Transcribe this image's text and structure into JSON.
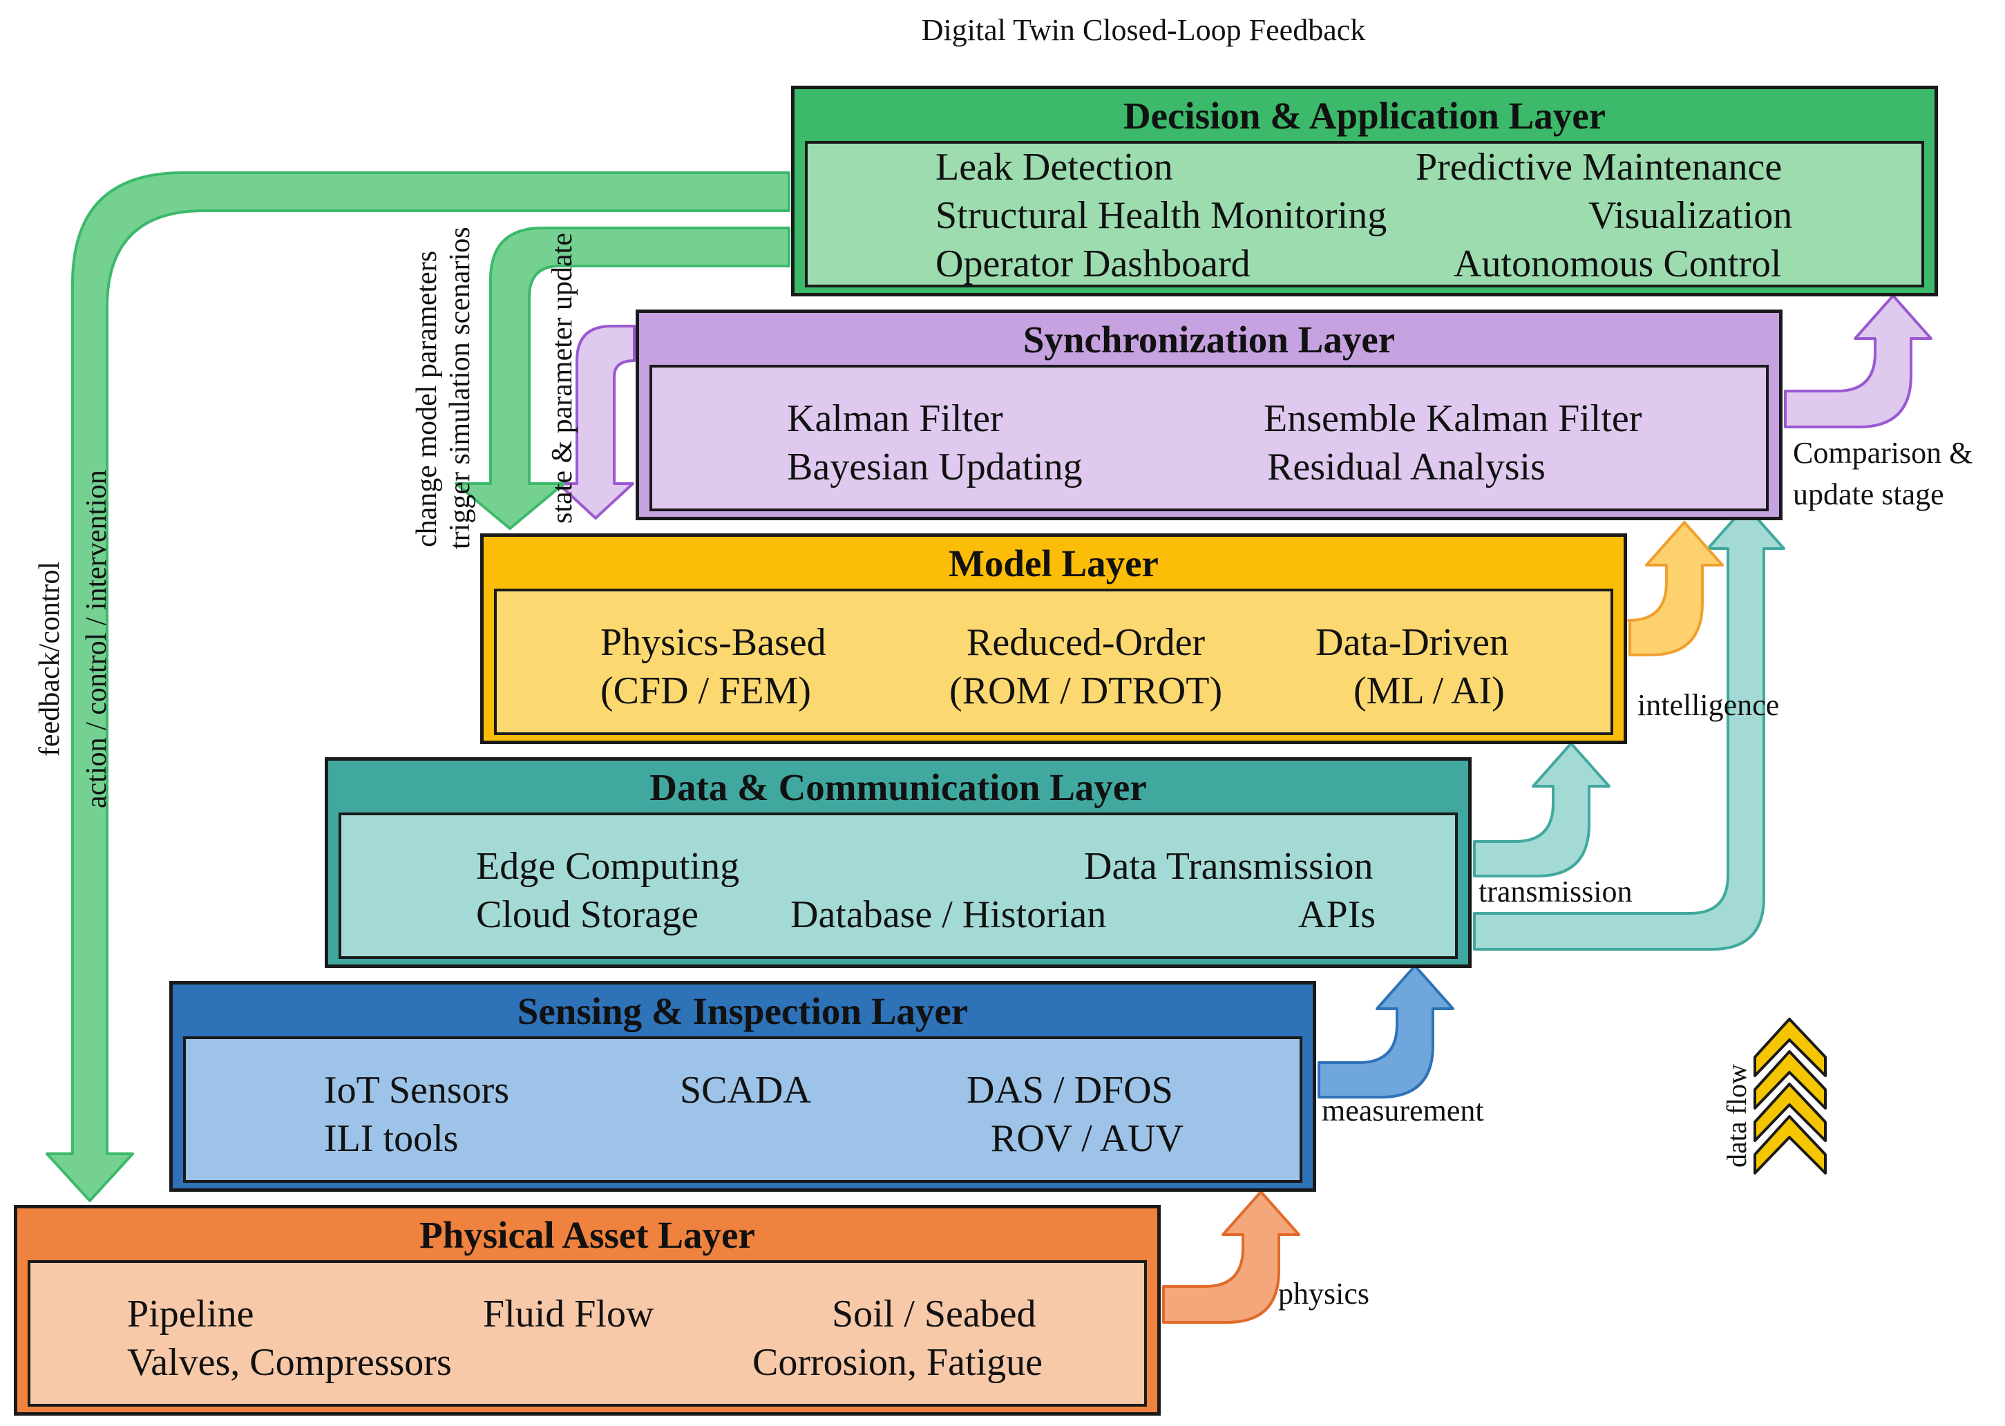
{
  "title": "Digital Twin Closed-Loop Feedback",
  "layers": {
    "decision": {
      "title": "Decision & Application Layer",
      "items": [
        "Leak Detection",
        "Predictive Maintenance",
        "Structural Health Monitoring",
        "Visualization",
        "Operator Dashboard",
        "Autonomous Control"
      ],
      "colors": {
        "header": "#3cb96a",
        "body": "#9cdcaf"
      }
    },
    "synchronization": {
      "title": "Synchronization Layer",
      "items": [
        "Kalman Filter",
        "Ensemble Kalman Filter",
        "Bayesian Updating",
        "Residual Analysis"
      ],
      "colors": {
        "header": "#c6a2e0",
        "body": "#dfc9ef"
      }
    },
    "model": {
      "title": "Model Layer",
      "items": [
        "Physics-Based",
        "(CFD / FEM)",
        "Reduced-Order",
        "(ROM / DTROT)",
        "Data-Driven",
        "(ML / AI)"
      ],
      "colors": {
        "header": "#fbbd08",
        "body": "#fcd870"
      }
    },
    "data": {
      "title": "Data & Communication Layer",
      "items": [
        "Edge Computing",
        "Data Transmission",
        "Cloud Storage",
        "Database / Historian",
        "APIs"
      ],
      "colors": {
        "header": "#41a8a0",
        "body": "#a4dad6"
      }
    },
    "sensing": {
      "title": "Sensing & Inspection Layer",
      "items": [
        "IoT Sensors",
        "SCADA",
        "DAS / DFOS",
        "ILI tools",
        "ROV / AUV"
      ],
      "colors": {
        "header": "#2e72b8",
        "body": "#9dc3e8"
      }
    },
    "physical": {
      "title": "Physical Asset Layer",
      "items": [
        "Pipeline",
        "Fluid Flow",
        "Soil / Seabed",
        "Valves, Compressors",
        "Corrosion, Fatigue"
      ],
      "colors": {
        "header": "#ef823e",
        "body": "#f7c9a9"
      }
    }
  },
  "flow_labels": {
    "physics": "physics",
    "measurement": "measurement",
    "transmission": "transmission",
    "intelligence": "intelligence",
    "comparison": "Comparison &",
    "comparison2": "update stage",
    "state_update": "state & parameter update",
    "change_params": "change model parameters",
    "trigger": "trigger simulation scenarios",
    "feedback": "feedback/control",
    "action": "action / control / intervention",
    "data_flow": "data flow"
  },
  "arrow_colors": {
    "physics": "#f3a77a",
    "measurement": "#6fa6dc",
    "transmission": "#a4dad6",
    "intelligence": "#fcd16e",
    "comparison": "#dfc9ef",
    "feedback": "#75d192",
    "data_flow": "#f5c600"
  }
}
